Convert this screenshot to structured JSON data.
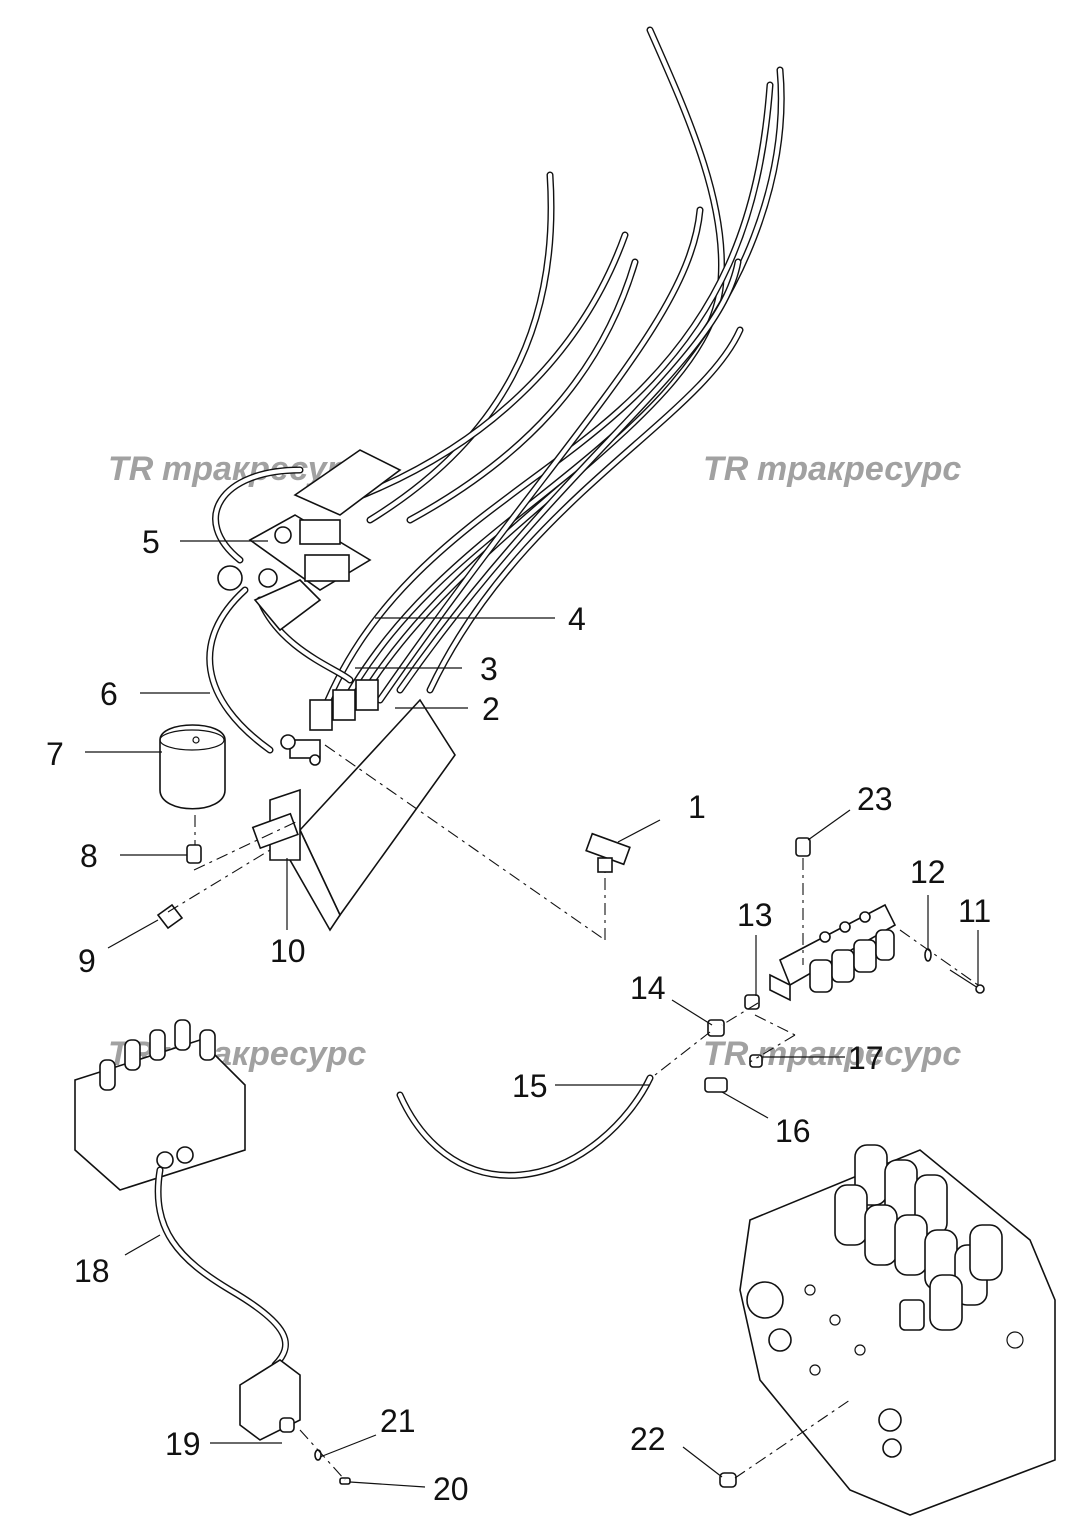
{
  "watermarks": [
    {
      "logo": "TR",
      "text": "тракресурс"
    },
    {
      "logo": "TR",
      "text": "тракресурс"
    },
    {
      "logo": "TR",
      "text": "тракресурс"
    },
    {
      "logo": "TR",
      "text": "тракресурс"
    }
  ],
  "callouts": [
    "1",
    "2",
    "3",
    "4",
    "5",
    "6",
    "7",
    "8",
    "9",
    "10",
    "11",
    "12",
    "13",
    "14",
    "15",
    "16",
    "17",
    "18",
    "19",
    "20",
    "21",
    "22",
    "23"
  ]
}
